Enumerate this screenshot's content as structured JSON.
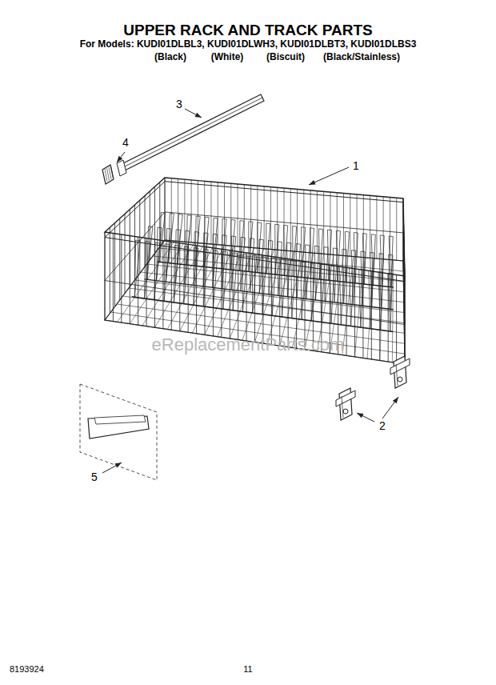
{
  "diagram": {
    "title": "UPPER RACK AND TRACK PARTS",
    "labels": [
      "For Models: KUDI01DLBL3, KUDI01DLWH3, KUDI01DLBT3, KUDI01DLBS3",
      "(Black)",
      "(White)",
      "(Biscuit)",
      "(Black/Stainless)",
      "3",
      "4",
      "1",
      "2",
      "5",
      "eReplacementParts.com",
      "8193924",
      "11"
    ]
  }
}
